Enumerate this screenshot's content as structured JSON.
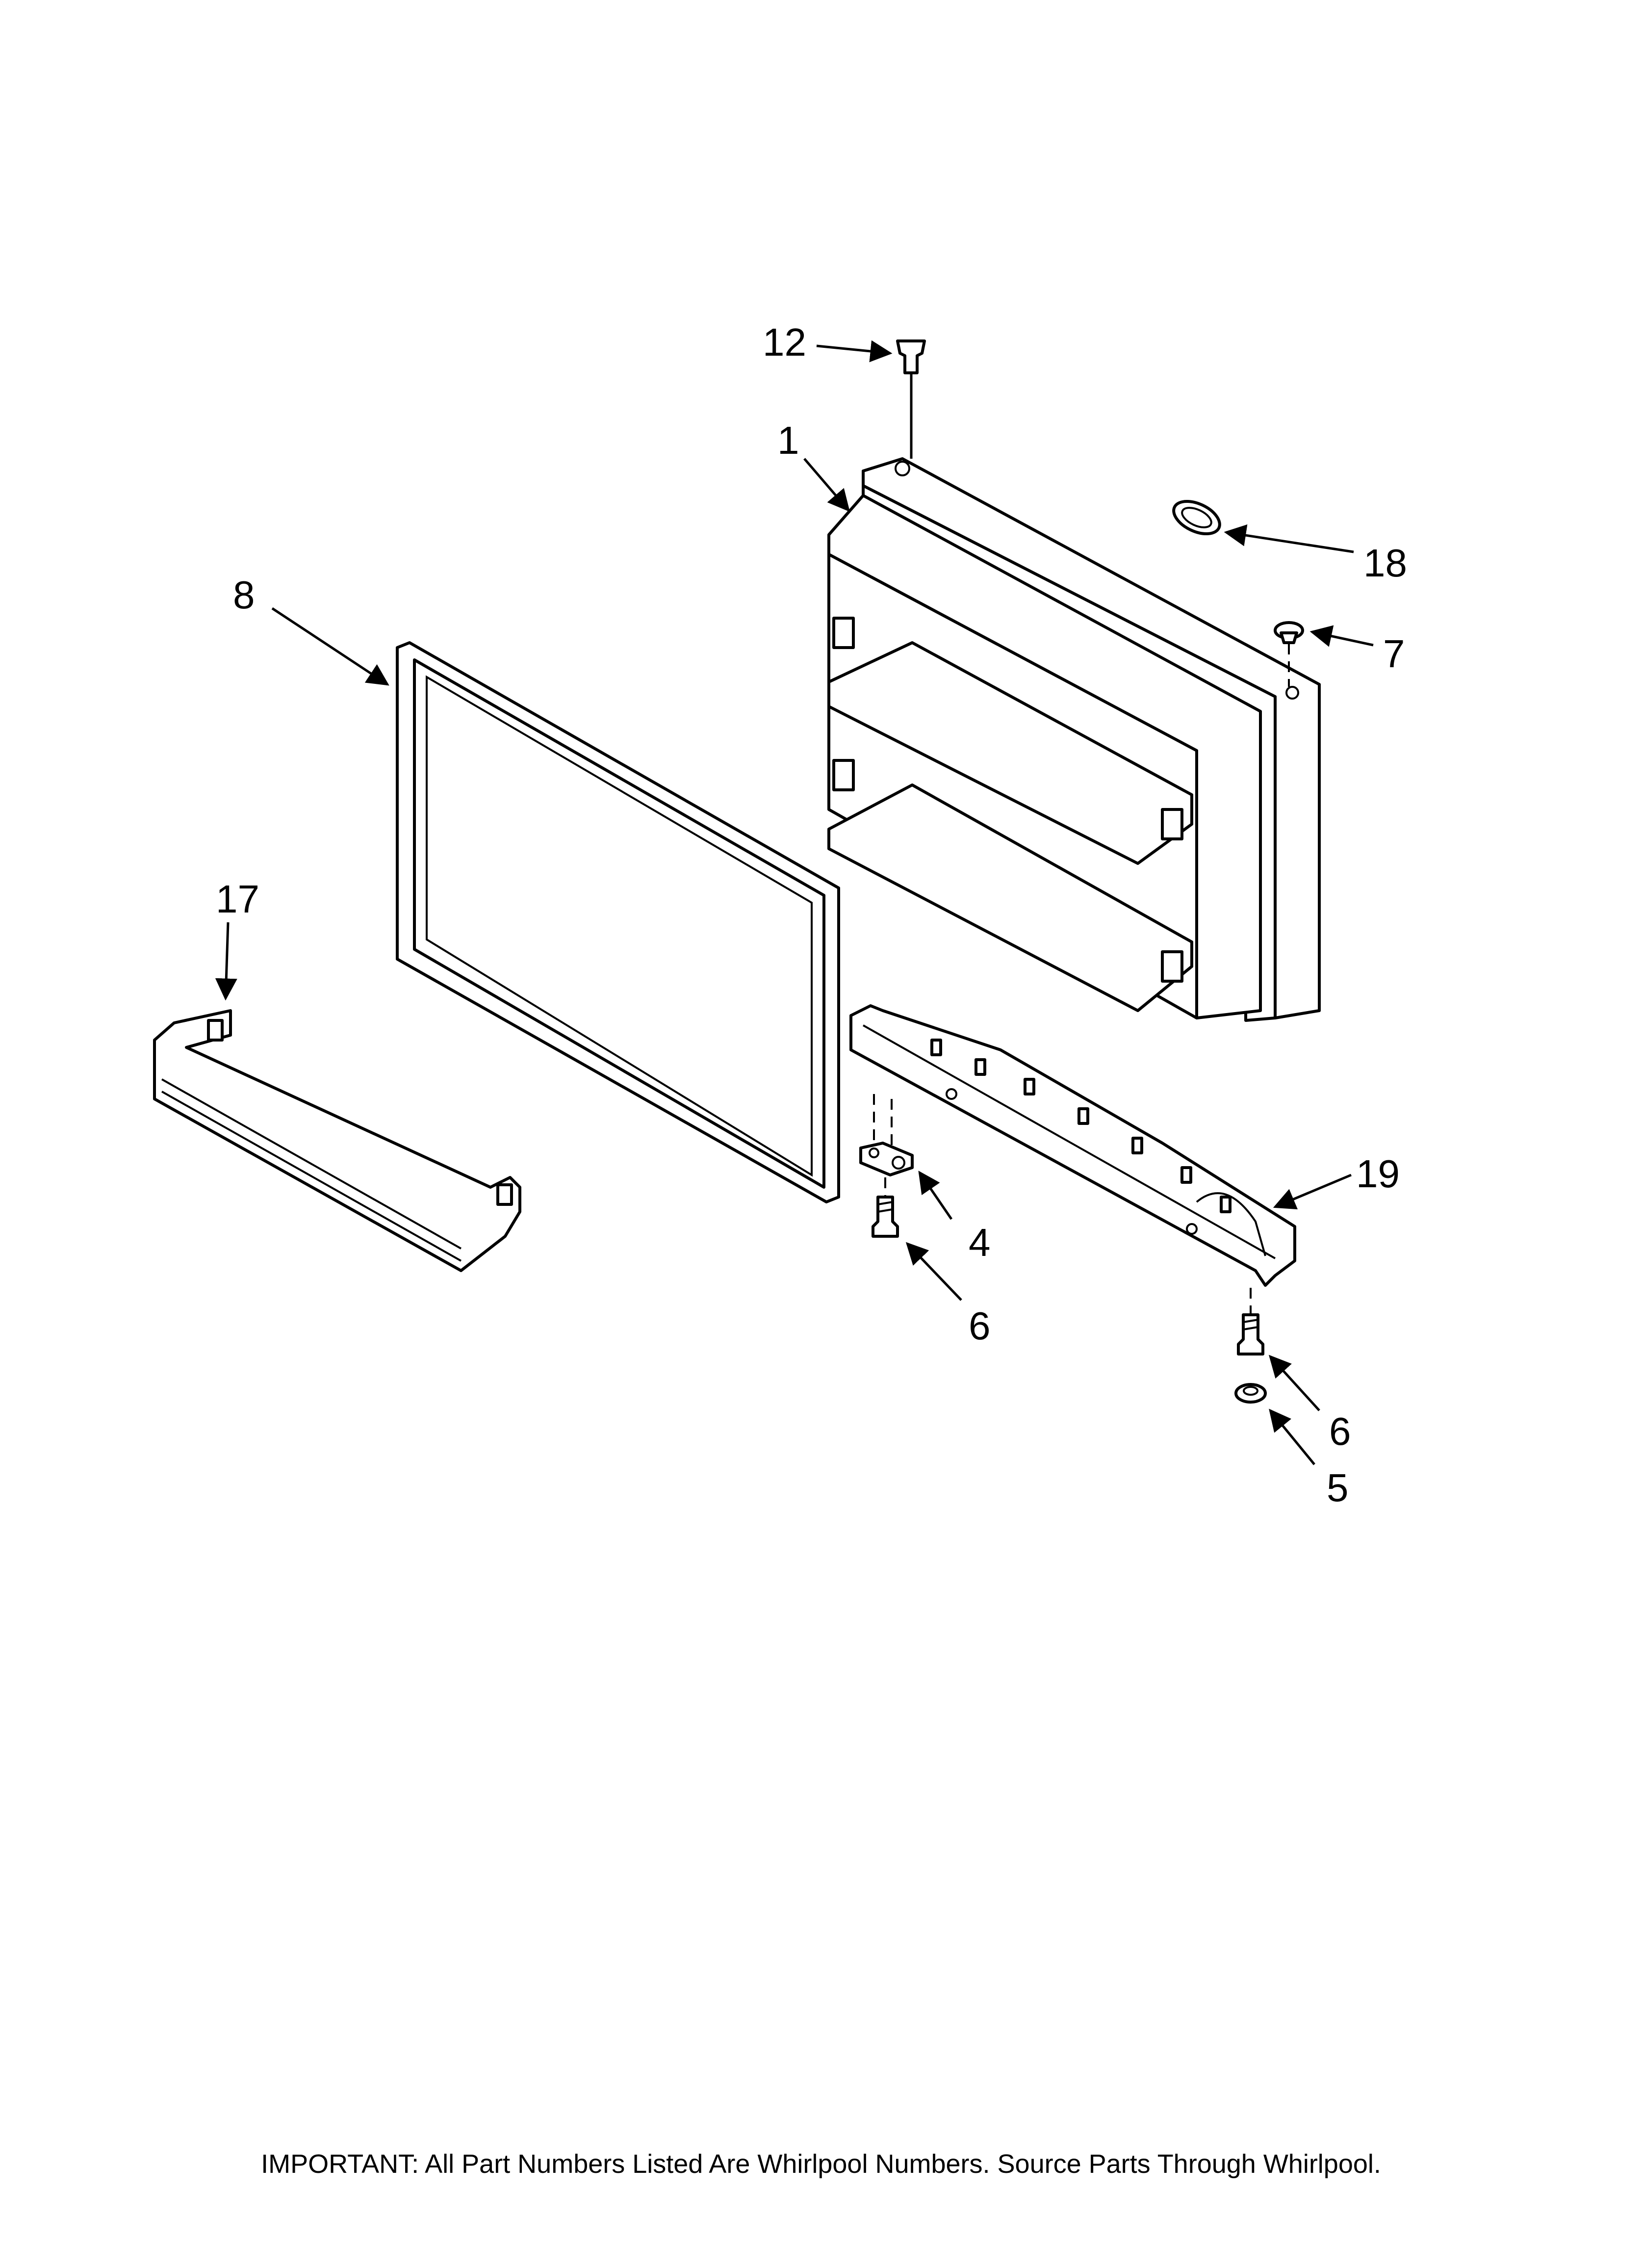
{
  "callouts": {
    "c1": "1",
    "c4": "4",
    "c5": "5",
    "c6a": "6",
    "c6b": "6",
    "c7": "7",
    "c8": "8",
    "c12": "12",
    "c17": "17",
    "c18": "18",
    "c19": "19"
  },
  "footer": "IMPORTANT: All Part Numbers Listed Are Whirlpool Numbers. Source Parts Through Whirlpool."
}
